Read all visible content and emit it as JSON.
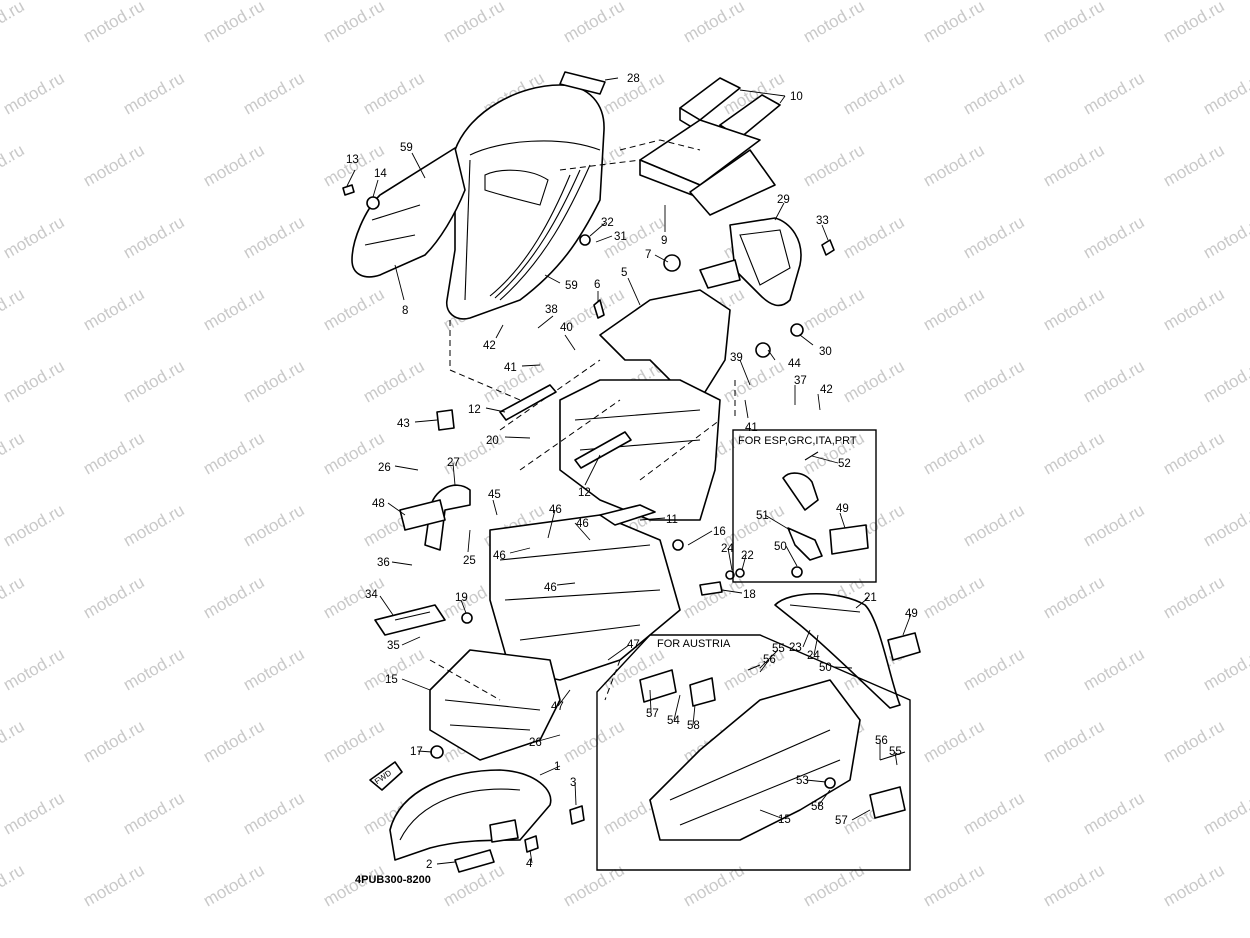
{
  "watermark": "motod.ru",
  "drawing_code": "4PUB300-8200",
  "boxes": {
    "esp": {
      "title": "FOR ESP,GRC,ITA,PRT"
    },
    "austria": {
      "title": "FOR AUSTRIA"
    }
  },
  "fwd_label": "FWD",
  "callouts": [
    "28",
    "10",
    "13",
    "14",
    "59",
    "59",
    "8",
    "9",
    "32",
    "31",
    "29",
    "33",
    "7",
    "6",
    "5",
    "30",
    "38",
    "42",
    "40",
    "41",
    "39",
    "44",
    "37",
    "42",
    "41",
    "43",
    "12",
    "20",
    "12",
    "26",
    "27",
    "48",
    "45",
    "25",
    "46",
    "46",
    "46",
    "46",
    "11",
    "16",
    "24",
    "22",
    "36",
    "18",
    "34",
    "19",
    "35",
    "21",
    "49",
    "23",
    "24",
    "50",
    "47",
    "55",
    "56",
    "15",
    "57",
    "54",
    "58",
    "47",
    "26",
    "17",
    "1",
    "3",
    "2",
    "4",
    "56",
    "55",
    "53",
    "58",
    "57",
    "15",
    "52",
    "51",
    "49",
    "50"
  ]
}
